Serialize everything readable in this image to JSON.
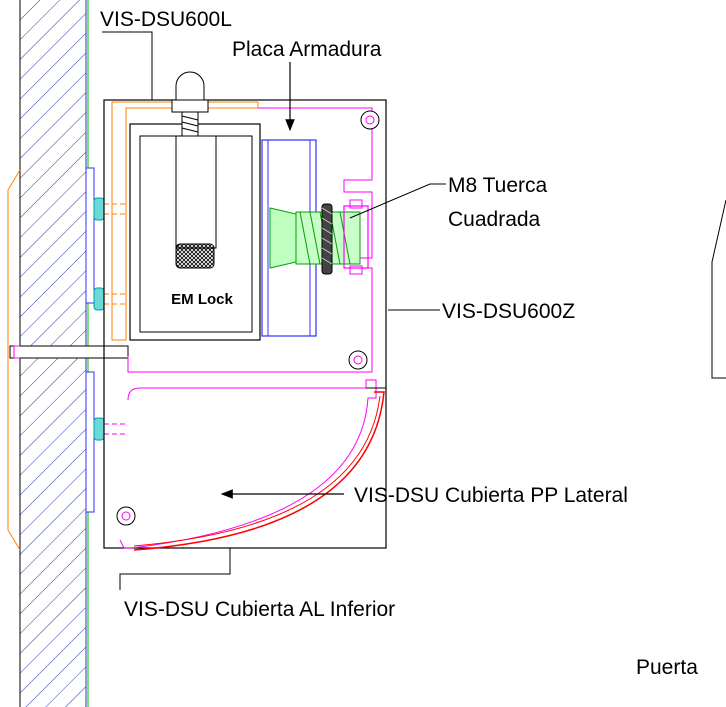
{
  "labels": {
    "lock_model": "VIS-DSU600L",
    "armature_plate": "Placa Armadura",
    "nut_line1": "M8 Tuerca",
    "nut_line2": "Cuadrada",
    "bracket_model": "VIS-DSU600Z",
    "side_cover": "VIS-DSU Cubierta PP Lateral",
    "bottom_cover": "VIS-DSU Cubierta AL Inferior",
    "door": "Puerta",
    "em_lock": "EM Lock"
  },
  "colors": {
    "outline": "#000000",
    "magenta": "#ff00ff",
    "orange": "#ff8000",
    "blue": "#3030ff",
    "green": "#00c000",
    "cyan": "#00c0c0",
    "red": "#ff0000"
  }
}
